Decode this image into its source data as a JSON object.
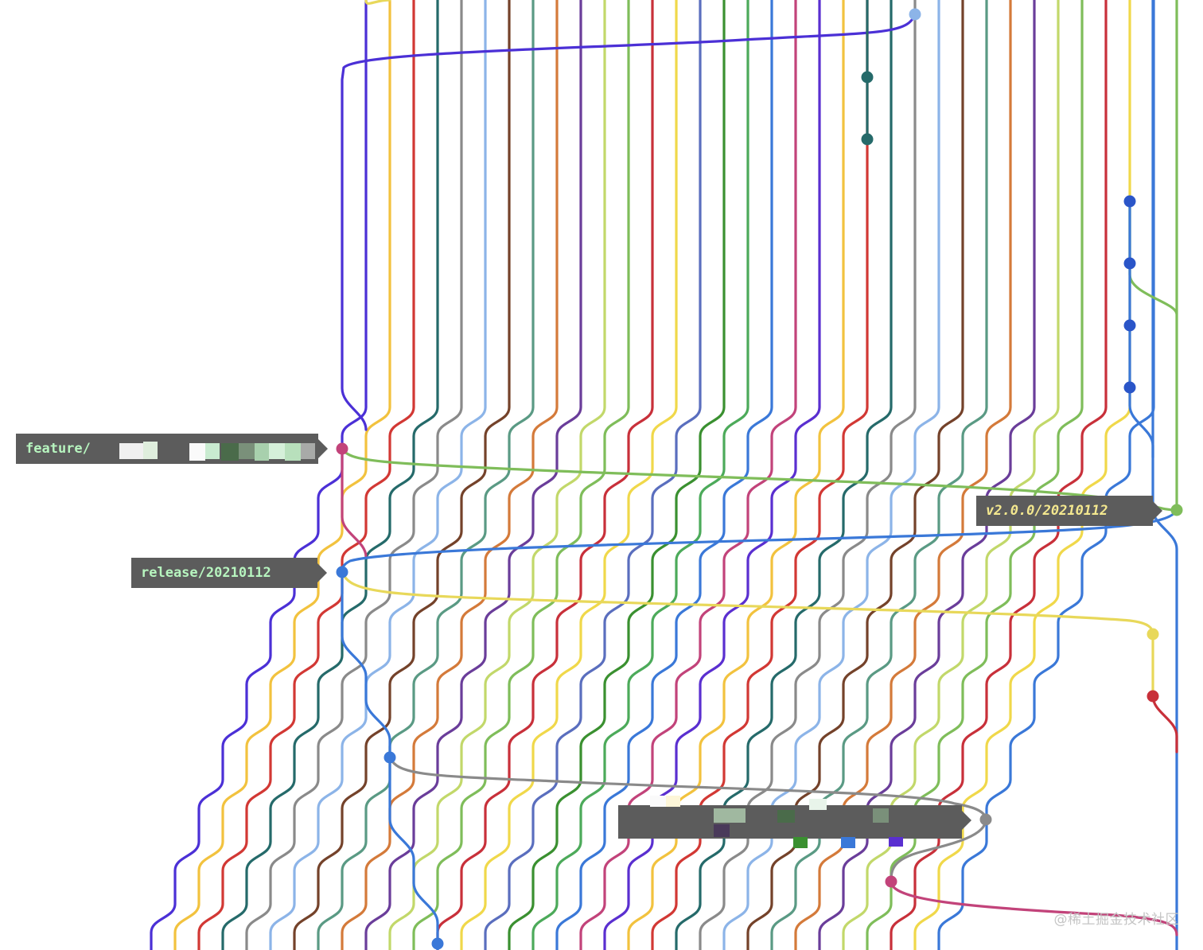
{
  "refs": {
    "feature_branch": "feature/",
    "tag": "v2.0.0/20210112",
    "release_branch": "release/20210112"
  },
  "watermark": "@稀土掘金技术社区",
  "lane_colors": [
    "#4b30d6",
    "#f2c23e",
    "#d23834",
    "#256a6a",
    "#8a8a8a",
    "#8cb4e8",
    "#74422a",
    "#5a9a84",
    "#d47a3a",
    "#6a3d9a",
    "#c2d86a",
    "#7fbd5a",
    "#c8303a",
    "#f0d84a",
    "#5a6ebe",
    "#3a9030",
    "#4caa5a",
    "#3a78d8",
    "#c2437a",
    "#5a2fd0",
    "#f2c23e",
    "#d23834",
    "#256a6a",
    "#8a8a8a",
    "#8cb4e8",
    "#74422a",
    "#5a9a84",
    "#d47a3a",
    "#6a3d9a",
    "#c2d86a",
    "#7fbd5a",
    "#c8303a",
    "#f0d84a",
    "#3a78d8",
    "#7fbd5a"
  ],
  "accent_colors": {
    "purple_branch": "#4b30d6",
    "pink_commit": "#c2437a",
    "blue_release": "#3a78d8",
    "green_merge": "#7fbd5a",
    "yellow_merge": "#e8d85a",
    "red_commit": "#c8303a",
    "gray_merge": "#8a8a8a",
    "teal_commit": "#256a6a",
    "blue_commit": "#2a55c8",
    "light_blue_commit": "#8cb4e8"
  }
}
